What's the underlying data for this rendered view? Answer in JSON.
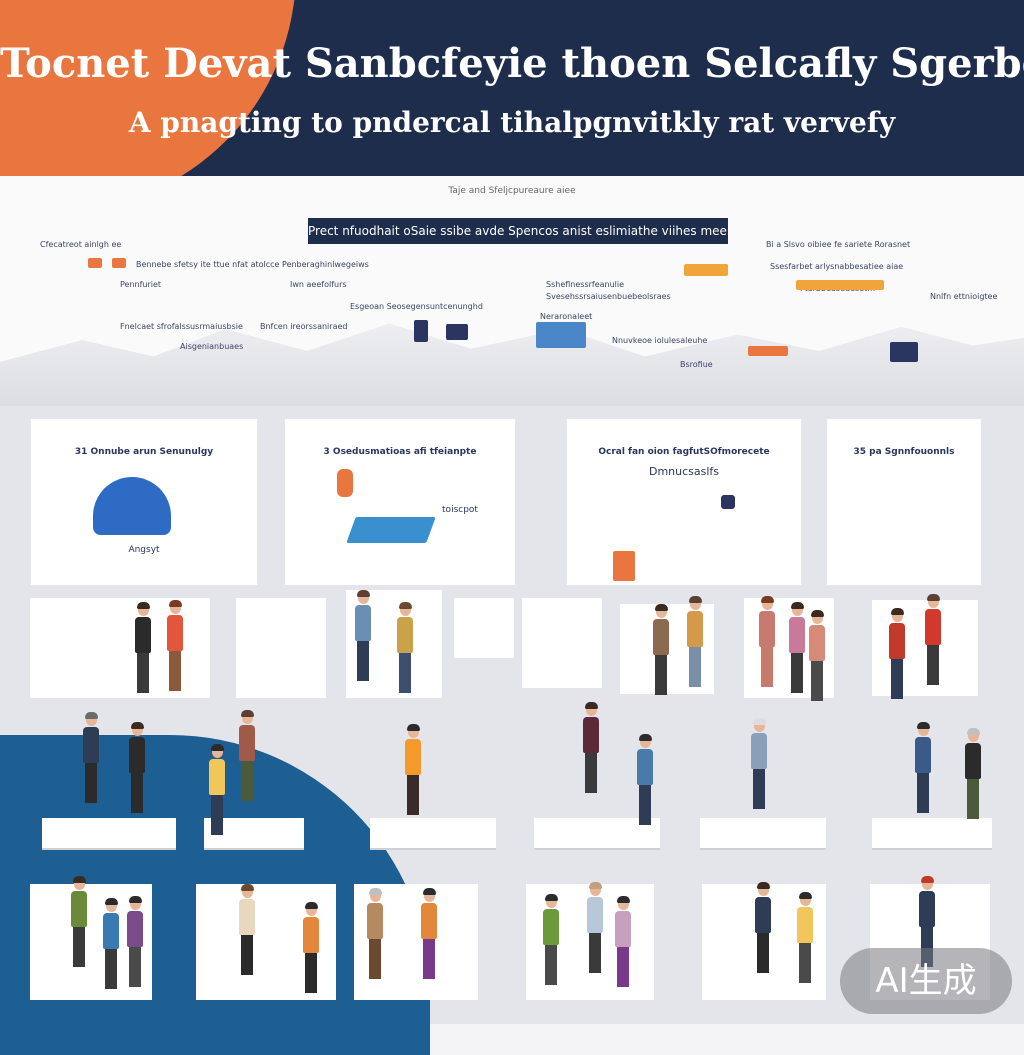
{
  "header": {
    "title": "Tocnet Devat Sanbcfeyie thoen Selcafly Sgerbeis",
    "subtitle": "A pnagting to pndercal tihalpgnvitkly rat vervefy"
  },
  "infographic": {
    "small_caption": "Taje and Sfeljcpureaure aiee",
    "banner": "Prect nfuodhait oSaie ssibe avde Spencos anist eslimiathe viihes meen",
    "notes": [
      "Cfecatreot ainlgh ee",
      "Bennebe sfetsy ite ttue nfat atolcce Penberaghinlwegeiws",
      "Pennfuriet",
      "Iwn aeefolfurs",
      "Esgeoan Seosegensuntcenunghd",
      "Bnfcen ireorssaniraed",
      "Fnelcaet sfrofalssusrmaiusbsie",
      "Aisgenianbuaes",
      "Bi a Slsvo oibiee fe sariete Rorasnet",
      "Ssesfarbet arlysnabbesatiee aiae",
      "Ssheflnessrfeanulie",
      "Svesehssrsaiusenbuebeolsraes",
      "Ftarbbeaseuesetm",
      "Nnlfn ettnioigtee",
      "Neraronaleet",
      "Nnuvkeoe iolulesaleuhe",
      "Bsrofiue"
    ]
  },
  "cards": [
    {
      "title": "31 Onnube arun Senunulgy",
      "sub": "Angsyt"
    },
    {
      "title": "3 Osedusmatioas afi tfeianpte",
      "sub": "toiscpot"
    },
    {
      "title": "Ocral fan oion fagfutSOfmorecete",
      "sub": "Dmnucsaslfs"
    },
    {
      "title": "35 pa Sgnnfouonnls",
      "sub": ""
    }
  ],
  "watermark": "AI生成",
  "colors": {
    "navy": "#1f2d4d",
    "orange": "#e9763f",
    "blue": "#1d5f92"
  }
}
